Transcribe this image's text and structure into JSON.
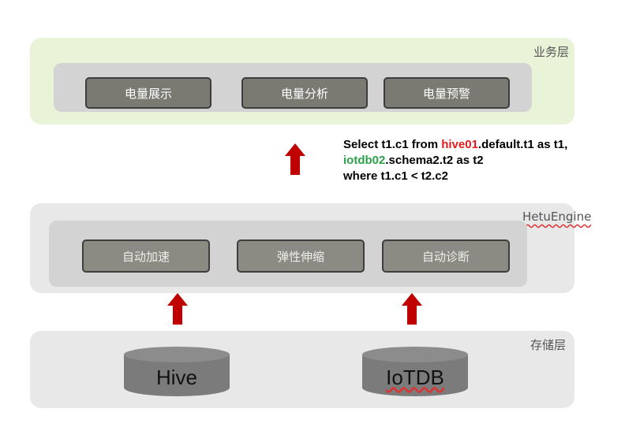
{
  "business_layer": {
    "title": "业务层",
    "modules": [
      "电量展示",
      "电量分析",
      "电量预警"
    ]
  },
  "engine_layer": {
    "title": "HetuEngine",
    "modules": [
      "自动加速",
      "弹性伸缩",
      "自动诊断"
    ]
  },
  "storage_layer": {
    "title": "存储层",
    "databases": [
      "Hive",
      "IoTDB"
    ]
  },
  "sql_query": {
    "line1_prefix": "Select t1.c1 from ",
    "line1_highlight": "hive01",
    "line1_suffix": ".default.t1 as t1,",
    "line2_highlight": "iotdb02",
    "line2_suffix": ".schema2.t2 as t2",
    "line3": "where t1.c1 < t2.c2"
  },
  "colors": {
    "arrow": "#c00000",
    "highlight_red": "#e31b1b",
    "highlight_green": "#2aa14a",
    "business_bg": "#e9f3d8",
    "layer_bg": "#e8e8e8"
  }
}
